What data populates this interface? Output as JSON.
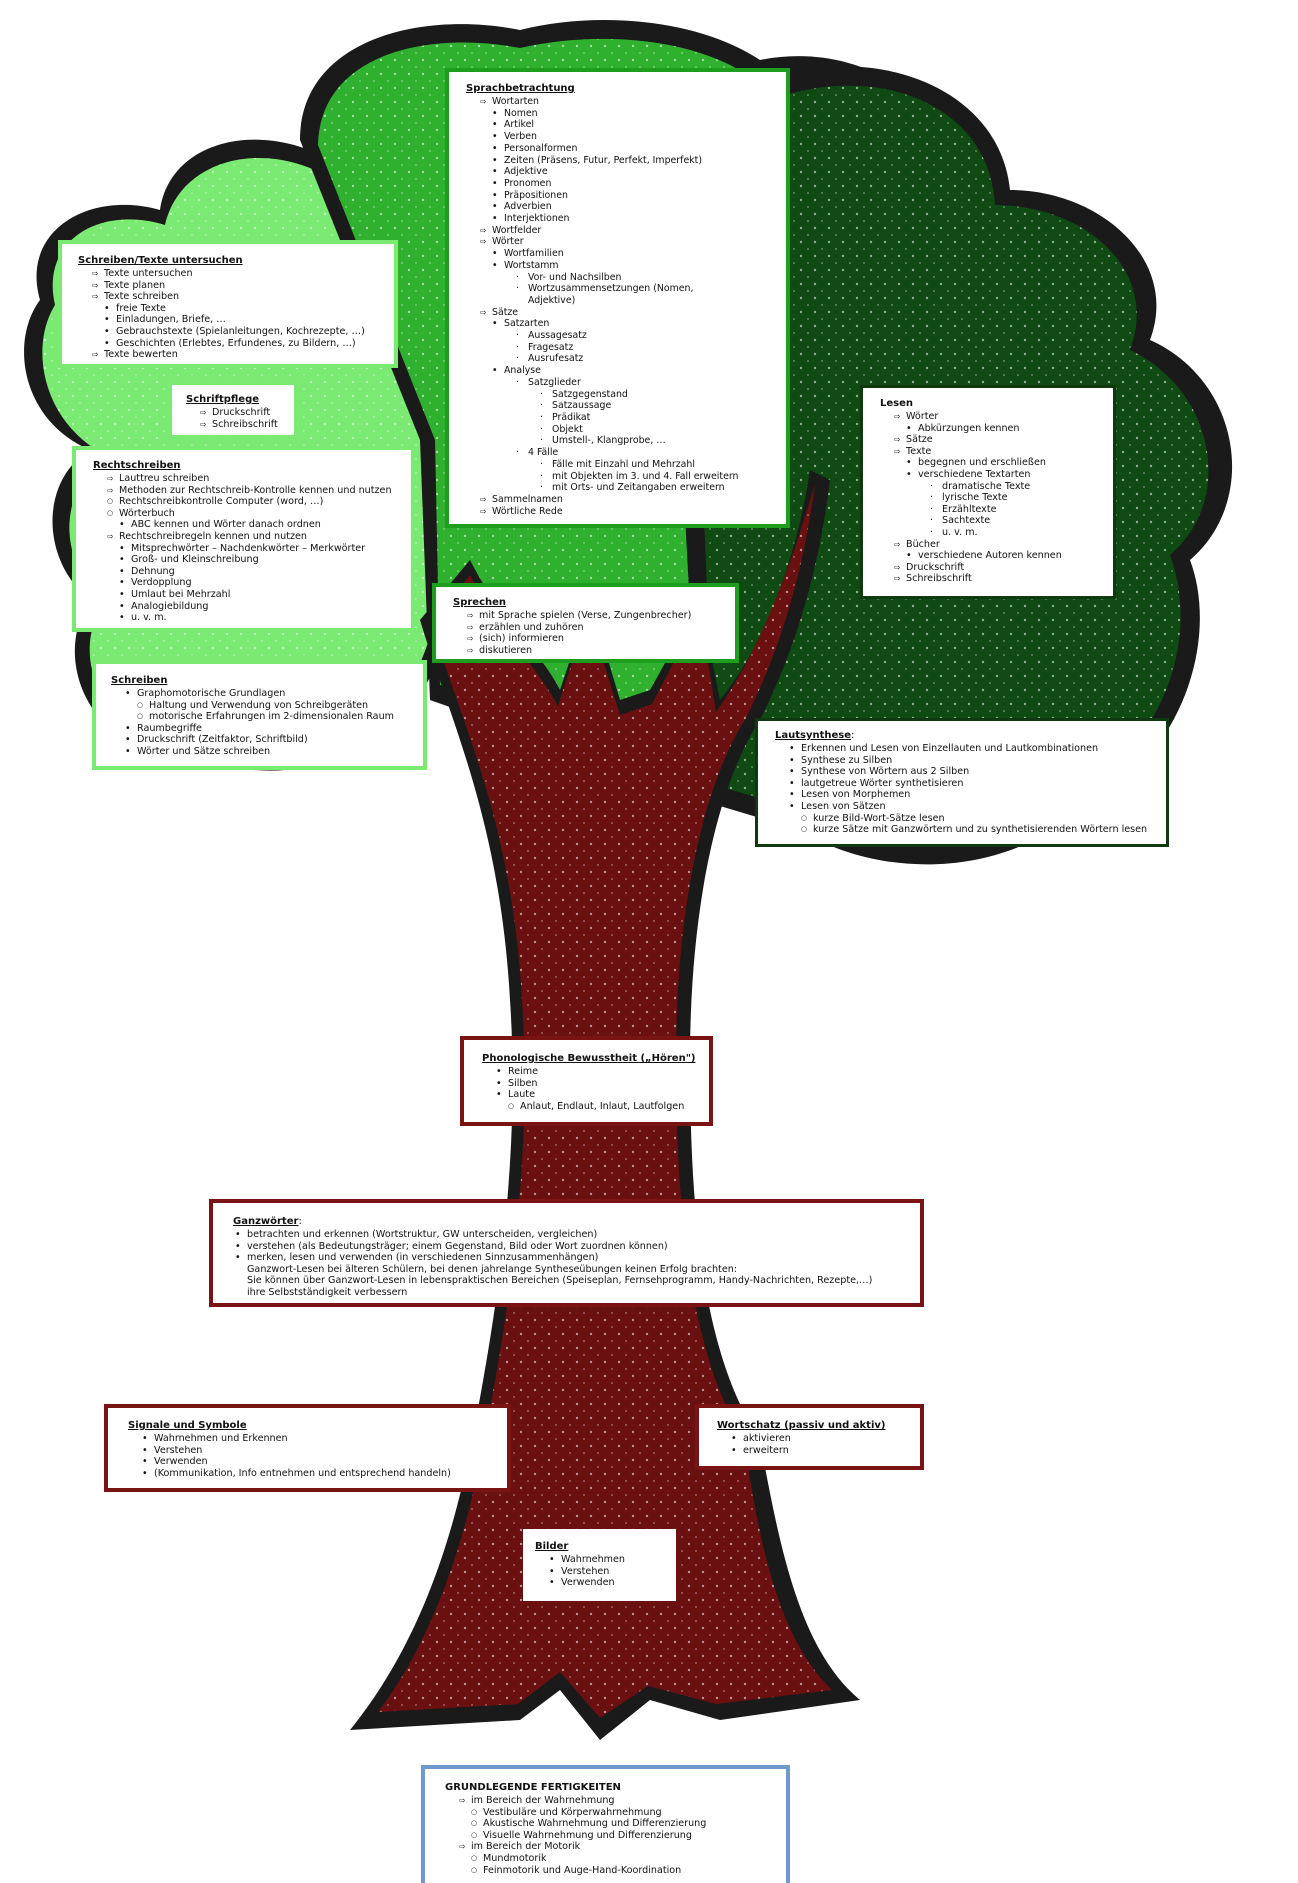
{
  "colors": {
    "light_green": "#7aea72",
    "green": "#1e9e1e",
    "dark_green": "#0f3a0f",
    "trunk": "#6b1010",
    "outline": "#1a1a1a",
    "blue": "#6f98cf"
  },
  "sprachbetrachtung": {
    "title": "Sprachbetrachtung",
    "items": [
      {
        "t": "Wortarten",
        "m": "ar",
        "l": 1
      },
      {
        "t": "Nomen",
        "m": "bu",
        "l": 2
      },
      {
        "t": "Artikel",
        "m": "bu",
        "l": 2
      },
      {
        "t": "Verben",
        "m": "bu",
        "l": 2
      },
      {
        "t": "Personalformen",
        "m": "bu",
        "l": 2
      },
      {
        "t": "Zeiten (Präsens, Futur, Perfekt, Imperfekt)",
        "m": "bu",
        "l": 2
      },
      {
        "t": "Adjektive",
        "m": "bu",
        "l": 2
      },
      {
        "t": "Pronomen",
        "m": "bu",
        "l": 2
      },
      {
        "t": "Präpositionen",
        "m": "bu",
        "l": 2
      },
      {
        "t": "Adverbien",
        "m": "bu",
        "l": 2
      },
      {
        "t": "Interjektionen",
        "m": "bu",
        "l": 2
      },
      {
        "t": "Wortfelder",
        "m": "ar",
        "l": 1
      },
      {
        "t": "Wörter",
        "m": "ar",
        "l": 1
      },
      {
        "t": "Wortfamilien",
        "m": "bu",
        "l": 2
      },
      {
        "t": "Wortstamm",
        "m": "bu",
        "l": 2
      },
      {
        "t": "Vor- und Nachsilben",
        "m": "dt",
        "l": 3
      },
      {
        "t": "Wortzusammensetzungen (Nomen,",
        "m": "dt",
        "l": 3
      },
      {
        "t": "Adjektive)",
        "m": "",
        "l": 3
      },
      {
        "t": "Sätze",
        "m": "ar",
        "l": 1
      },
      {
        "t": "Satzarten",
        "m": "bu",
        "l": 2
      },
      {
        "t": "Aussagesatz",
        "m": "dt",
        "l": 3
      },
      {
        "t": "Fragesatz",
        "m": "dt",
        "l": 3
      },
      {
        "t": "Ausrufesatz",
        "m": "dt",
        "l": 3
      },
      {
        "t": "Analyse",
        "m": "bu",
        "l": 2
      },
      {
        "t": "Satzglieder",
        "m": "dt",
        "l": 3
      },
      {
        "t": "Satzgegenstand",
        "m": "dt",
        "l": 4
      },
      {
        "t": "Satzaussage",
        "m": "dt",
        "l": 4
      },
      {
        "t": "Prädikat",
        "m": "dt",
        "l": 4
      },
      {
        "t": "Objekt",
        "m": "dt",
        "l": 4
      },
      {
        "t": "Umstell-, Klangprobe, …",
        "m": "dt",
        "l": 4
      },
      {
        "t": "4 Fälle",
        "m": "dt",
        "l": 3
      },
      {
        "t": "Fälle mit Einzahl und Mehrzahl",
        "m": "dt",
        "l": 4
      },
      {
        "t": "mit Objekten im 3. und 4. Fall erweitern",
        "m": "dt",
        "l": 4
      },
      {
        "t": "mit Orts- und Zeitangaben erweitern",
        "m": "dt",
        "l": 4
      },
      {
        "t": "Sammelnamen",
        "m": "ar",
        "l": 1
      },
      {
        "t": "Wörtliche Rede",
        "m": "ar",
        "l": 1
      }
    ]
  },
  "schreiben_texte": {
    "title": "Schreiben/Texte untersuchen",
    "items": [
      {
        "t": "Texte untersuchen",
        "m": "ar",
        "l": 1
      },
      {
        "t": "Texte planen",
        "m": "ar",
        "l": 1
      },
      {
        "t": "Texte schreiben",
        "m": "ar",
        "l": 1
      },
      {
        "t": "freie Texte",
        "m": "bu",
        "l": 2
      },
      {
        "t": "Einladungen, Briefe, …",
        "m": "bu",
        "l": 2
      },
      {
        "t": "Gebrauchstexte (Spielanleitungen, Kochrezepte, …)",
        "m": "bu",
        "l": 2
      },
      {
        "t": "Geschichten (Erlebtes, Erfundenes, zu Bildern, …)",
        "m": "bu",
        "l": 2
      },
      {
        "t": "Texte bewerten",
        "m": "ar",
        "l": 1
      }
    ]
  },
  "schriftpflege": {
    "title": "Schriftpflege",
    "items": [
      {
        "t": "Druckschrift",
        "m": "ar",
        "l": 1
      },
      {
        "t": "Schreibschrift",
        "m": "ar",
        "l": 1
      }
    ]
  },
  "rechtschreiben": {
    "title": "Rechtschreiben",
    "items": [
      {
        "t": "Lauttreu schreiben",
        "m": "ar",
        "l": 1
      },
      {
        "t": "Methoden zur Rechtschreib-Kontrolle kennen und nutzen",
        "m": "ar",
        "l": 1
      },
      {
        "t": "Rechtschreibkontrolle Computer (word, …)",
        "m": "ci",
        "l": 1
      },
      {
        "t": "Wörterbuch",
        "m": "ci",
        "l": 1
      },
      {
        "t": "ABC kennen und Wörter danach ordnen",
        "m": "bu",
        "l": 2
      },
      {
        "t": "Rechtschreibregeln kennen und nutzen",
        "m": "ar",
        "l": 1
      },
      {
        "t": "Mitsprechwörter – Nachdenkwörter – Merkwörter",
        "m": "bu",
        "l": 2
      },
      {
        "t": "Groß- und Kleinschreibung",
        "m": "bu",
        "l": 2
      },
      {
        "t": "Dehnung",
        "m": "bu",
        "l": 2
      },
      {
        "t": "Verdopplung",
        "m": "bu",
        "l": 2
      },
      {
        "t": "Umlaut bei Mehrzahl",
        "m": "bu",
        "l": 2
      },
      {
        "t": "Analogiebildung",
        "m": "bu",
        "l": 2
      },
      {
        "t": "u. v. m.",
        "m": "bu",
        "l": 2
      }
    ]
  },
  "schreiben": {
    "title": "Schreiben",
    "items": [
      {
        "t": "Graphomotorische Grundlagen",
        "m": "bu",
        "l": 1
      },
      {
        "t": "Haltung und Verwendung von Schreibgeräten",
        "m": "ci",
        "l": 2
      },
      {
        "t": "motorische Erfahrungen im 2-dimensionalen Raum",
        "m": "ci",
        "l": 2
      },
      {
        "t": "Raumbegriffe",
        "m": "bu",
        "l": 1
      },
      {
        "t": "Druckschrift (Zeitfaktor, Schriftbild)",
        "m": "bu",
        "l": 1
      },
      {
        "t": "Wörter und Sätze schreiben",
        "m": "bu",
        "l": 1
      }
    ]
  },
  "sprechen": {
    "title": "Sprechen",
    "items": [
      {
        "t": "mit Sprache spielen (Verse, Zungenbrecher)",
        "m": "ar",
        "l": 1
      },
      {
        "t": "erzählen und zuhören",
        "m": "ar",
        "l": 1
      },
      {
        "t": "(sich) informieren",
        "m": "ar",
        "l": 1
      },
      {
        "t": "diskutieren",
        "m": "ar",
        "l": 1
      }
    ]
  },
  "lesen": {
    "title": "Lesen",
    "items": [
      {
        "t": "Wörter",
        "m": "ar",
        "l": 1
      },
      {
        "t": "Abkürzungen kennen",
        "m": "bu",
        "l": 2
      },
      {
        "t": "Sätze",
        "m": "ar",
        "l": 1
      },
      {
        "t": "Texte",
        "m": "ar",
        "l": 1
      },
      {
        "t": "begegnen und erschließen",
        "m": "bu",
        "l": 2
      },
      {
        "t": "verschiedene Textarten",
        "m": "bu",
        "l": 2
      },
      {
        "t": "dramatische Texte",
        "m": "dt",
        "l": 3
      },
      {
        "t": "lyrische Texte",
        "m": "dt",
        "l": 3
      },
      {
        "t": "Erzähltexte",
        "m": "dt",
        "l": 3
      },
      {
        "t": "Sachtexte",
        "m": "dt",
        "l": 3
      },
      {
        "t": "u. v. m.",
        "m": "dt",
        "l": 3
      },
      {
        "t": "Bücher",
        "m": "ar",
        "l": 1
      },
      {
        "t": "verschiedene Autoren kennen",
        "m": "bu",
        "l": 2
      },
      {
        "t": "Druckschrift",
        "m": "ar",
        "l": 1
      },
      {
        "t": "Schreibschrift",
        "m": "ar",
        "l": 1
      }
    ]
  },
  "lautsynthese": {
    "title": "Lautsynthese",
    "title_suffix": ":",
    "items": [
      {
        "t": "Erkennen und Lesen von Einzellauten und Lautkombinationen",
        "m": "bu",
        "l": 1
      },
      {
        "t": "Synthese zu Silben",
        "m": "bu",
        "l": 1
      },
      {
        "t": "Synthese von Wörtern aus 2 Silben",
        "m": "bu",
        "l": 1
      },
      {
        "t": "lautgetreue Wörter synthetisieren",
        "m": "bu",
        "l": 1
      },
      {
        "t": "Lesen von Morphemen",
        "m": "bu",
        "l": 1
      },
      {
        "t": "Lesen von Sätzen",
        "m": "bu",
        "l": 1
      },
      {
        "t": "kurze Bild-Wort-Sätze lesen",
        "m": "ci",
        "l": 2
      },
      {
        "t": "kurze Sätze mit Ganzwörtern und zu synthetisierenden Wörtern lesen",
        "m": "ci",
        "l": 2
      }
    ]
  },
  "phonologische": {
    "title": "Phonologische Bewusstheit („Hören\")",
    "items": [
      {
        "t": "Reime",
        "m": "bu",
        "l": 1
      },
      {
        "t": "Silben",
        "m": "bu",
        "l": 1
      },
      {
        "t": "Laute",
        "m": "bu",
        "l": 1
      },
      {
        "t": "Anlaut, Endlaut, Inlaut, Lautfolgen",
        "m": "ci",
        "l": 2
      }
    ]
  },
  "ganzwoerter": {
    "title": "Ganzwörter",
    "title_suffix": ":",
    "items": [
      {
        "t": "betrachten und erkennen (Wortstruktur, GW unterscheiden, vergleichen)",
        "m": "bu",
        "l": 0
      },
      {
        "t": "verstehen (als Bedeutungsträger; einem Gegenstand, Bild oder Wort zuordnen können)",
        "m": "bu",
        "l": 0
      },
      {
        "t": "merken, lesen und verwenden (in verschiedenen Sinnzusammenhängen)",
        "m": "bu",
        "l": 0
      },
      {
        "t": "Ganzwort-Lesen bei älteren Schülern, bei denen jahrelange Syntheseübungen keinen Erfolg brachten:",
        "m": "",
        "l": 0
      },
      {
        "t": "Sie können über Ganzwort-Lesen in lebenspraktischen Bereichen (Speiseplan, Fernsehprogramm, Handy-Nachrichten, Rezepte,…)",
        "m": "",
        "l": 0
      },
      {
        "t": "ihre Selbstständigkeit verbessern",
        "m": "",
        "l": 0
      }
    ]
  },
  "signale": {
    "title": "Signale und Symbole",
    "items": [
      {
        "t": "Wahrnehmen und Erkennen",
        "m": "bu",
        "l": 1
      },
      {
        "t": "Verstehen",
        "m": "bu",
        "l": 1
      },
      {
        "t": "Verwenden",
        "m": "bu",
        "l": 1
      },
      {
        "t": "(Kommunikation, Info entnehmen und entsprechend handeln)",
        "m": "bu",
        "l": 1
      }
    ]
  },
  "wortschatz": {
    "title": "Wortschatz (passiv und aktiv)",
    "items": [
      {
        "t": "aktivieren",
        "m": "bu",
        "l": 1
      },
      {
        "t": "erweitern",
        "m": "bu",
        "l": 1
      }
    ]
  },
  "bilder": {
    "title": "Bilder",
    "items": [
      {
        "t": "Wahrnehmen",
        "m": "bu",
        "l": 1
      },
      {
        "t": "Verstehen",
        "m": "bu",
        "l": 1
      },
      {
        "t": "Verwenden",
        "m": "bu",
        "l": 1
      }
    ]
  },
  "grundlegende": {
    "title": "GRUNDLEGENDE FERTIGKEITEN",
    "items": [
      {
        "t": "im Bereich der Wahrnehmung",
        "m": "ar",
        "l": 1
      },
      {
        "t": "Vestibuläre und Körperwahrnehmung",
        "m": "ci",
        "l": 2
      },
      {
        "t": "Akustische Wahrnehmung und Differenzierung",
        "m": "ci",
        "l": 2
      },
      {
        "t": "Visuelle Wahrnehmung und Differenzierung",
        "m": "ci",
        "l": 2
      },
      {
        "t": "im Bereich der Motorik",
        "m": "ar",
        "l": 1
      },
      {
        "t": "Mundmotorik",
        "m": "ci",
        "l": 2
      },
      {
        "t": "Feinmotorik und Auge-Hand-Koordination",
        "m": "ci",
        "l": 2
      }
    ]
  }
}
